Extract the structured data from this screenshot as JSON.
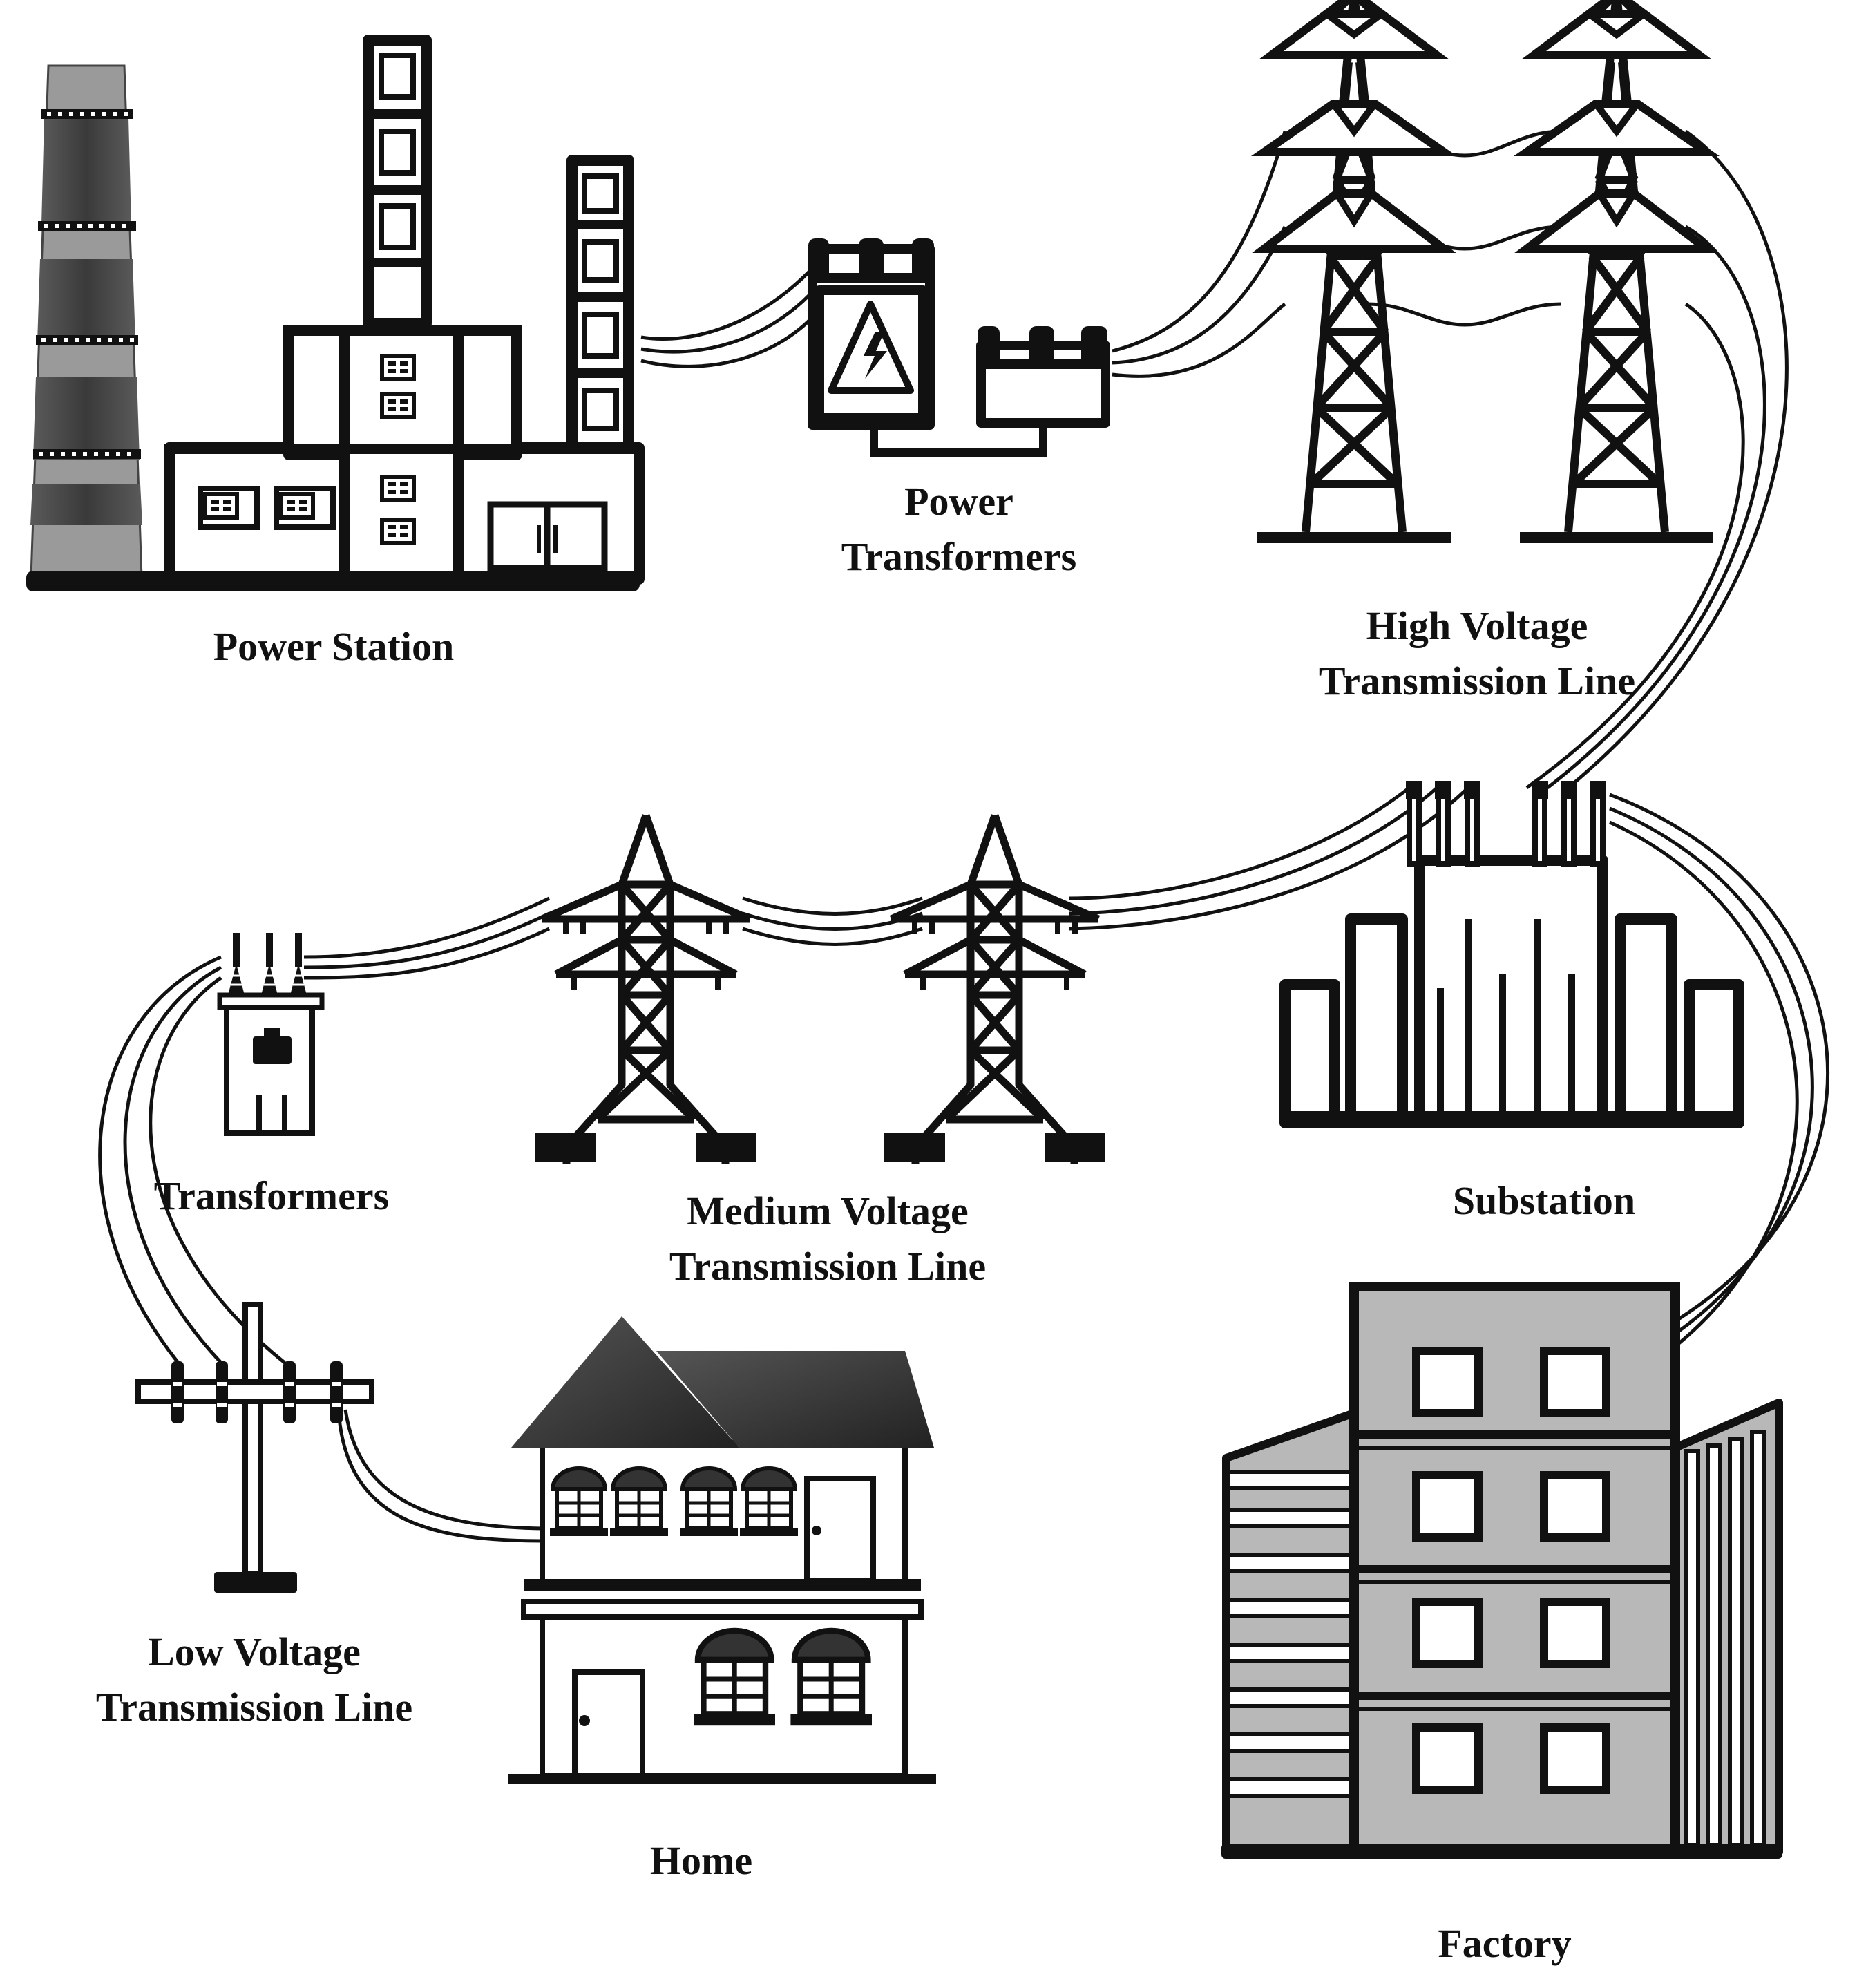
{
  "colors": {
    "ink": "#111111",
    "chimney_dark": "#4a4a4a",
    "chimney_light": "#9a9a9a",
    "roof": "#3a3a3a",
    "factory_fill": "#b8b8b8",
    "background": "#ffffff"
  },
  "nodes": {
    "power_station": {
      "label_lines": [
        "Power Station"
      ],
      "icon": "power-plant-icon"
    },
    "power_transformers": {
      "label_lines": [
        "Power",
        "Transformers"
      ],
      "icon": "transformer-icon"
    },
    "high_voltage_line": {
      "label_lines": [
        "High Voltage",
        "Transmission Line"
      ],
      "icon": "transmission-tower-icon"
    },
    "substation": {
      "label_lines": [
        "Substation"
      ],
      "icon": "substation-icon"
    },
    "medium_voltage_line": {
      "label_lines": [
        "Medium Voltage",
        "Transmission Line"
      ],
      "icon": "transmission-tower-icon"
    },
    "transformers": {
      "label_lines": [
        "Transformers"
      ],
      "icon": "pole-transformer-icon"
    },
    "low_voltage_line": {
      "label_lines": [
        "Low Voltage",
        "Transmission Line"
      ],
      "icon": "utility-pole-icon"
    },
    "home": {
      "label_lines": [
        "Home"
      ],
      "icon": "house-icon"
    },
    "factory": {
      "label_lines": [
        "Factory"
      ],
      "icon": "factory-icon"
    }
  },
  "connections": [
    {
      "from": "power_station",
      "to": "power_transformers"
    },
    {
      "from": "power_transformers",
      "to": "high_voltage_line"
    },
    {
      "from": "high_voltage_line",
      "to": "substation"
    },
    {
      "from": "substation",
      "to": "medium_voltage_line"
    },
    {
      "from": "substation",
      "to": "factory"
    },
    {
      "from": "medium_voltage_line",
      "to": "transformers"
    },
    {
      "from": "transformers",
      "to": "low_voltage_line"
    },
    {
      "from": "low_voltage_line",
      "to": "home"
    }
  ]
}
